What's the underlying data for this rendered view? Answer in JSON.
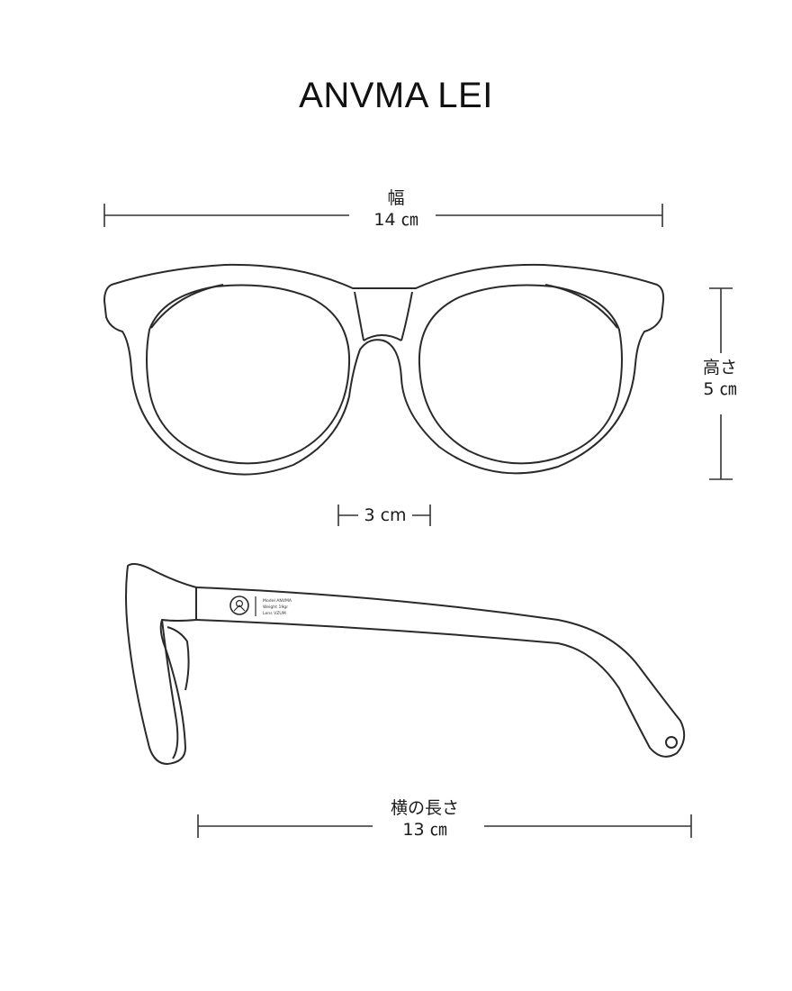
{
  "title": "ANVMA LEI",
  "dimensions": {
    "width": {
      "label": "幅",
      "value": "14 ㎝"
    },
    "height": {
      "label": "高さ",
      "value": "5 ㎝"
    },
    "bridge": {
      "value": "3 cm"
    },
    "length": {
      "label": "横の長さ",
      "value": "13 ㎝"
    }
  },
  "temple_print": {
    "line1": "Model ANVMA",
    "line2": "Weight 19gr",
    "line3": "Lens VZUM"
  },
  "colors": {
    "line": "#2a2a2a",
    "dimension": "#333333"
  }
}
